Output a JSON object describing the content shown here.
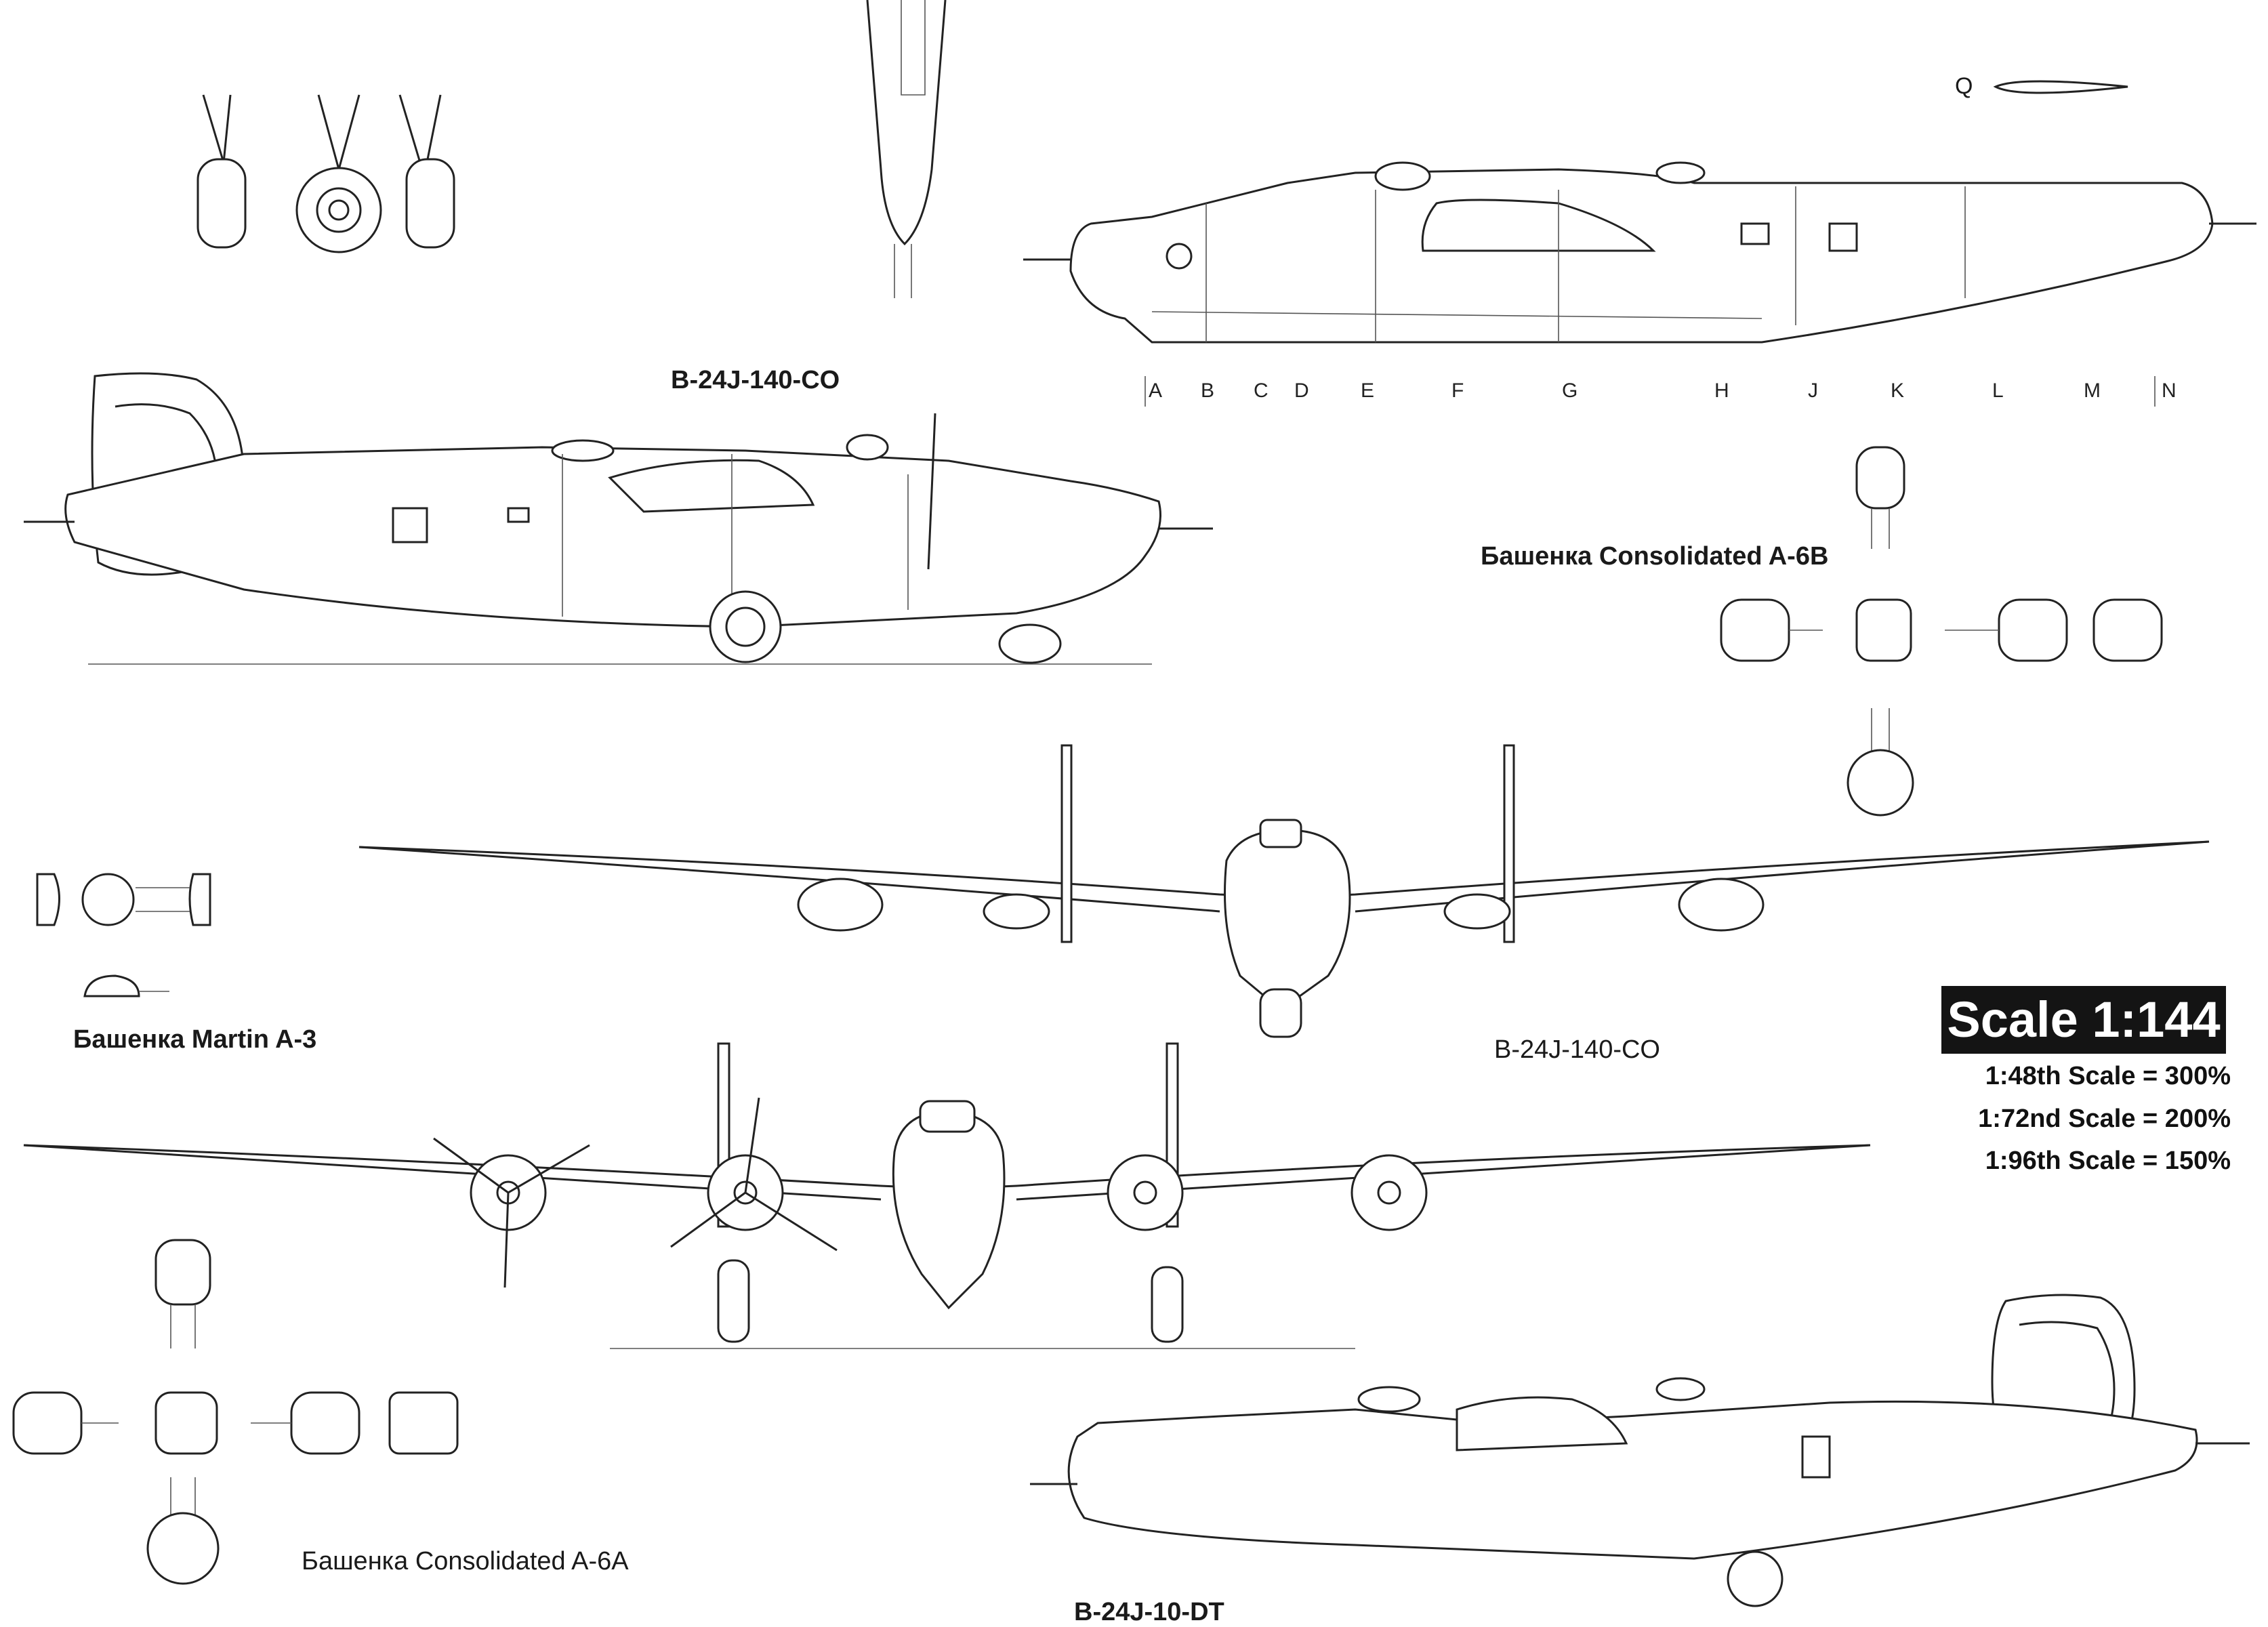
{
  "labels": {
    "top_side_view": "B-24J-140-CO",
    "turret_a6b": "Башенка Consolidated A-6B",
    "turret_martin": "Башенка Martin A-3",
    "front_view": "B-24J-140-CO",
    "turret_a6a": "Башенка Consolidated A-6A",
    "bottom_side_view": "B-24J-10-DT",
    "section_mark": "Q"
  },
  "stations": [
    "A",
    "B",
    "C",
    "D",
    "E",
    "F",
    "G",
    "H",
    "J",
    "K",
    "L",
    "M",
    "N"
  ],
  "scale": {
    "title": "Scale 1:144",
    "lines": [
      "1:48th Scale = 300%",
      "1:72nd Scale = 200%",
      "1:96th Scale = 150%"
    ]
  }
}
